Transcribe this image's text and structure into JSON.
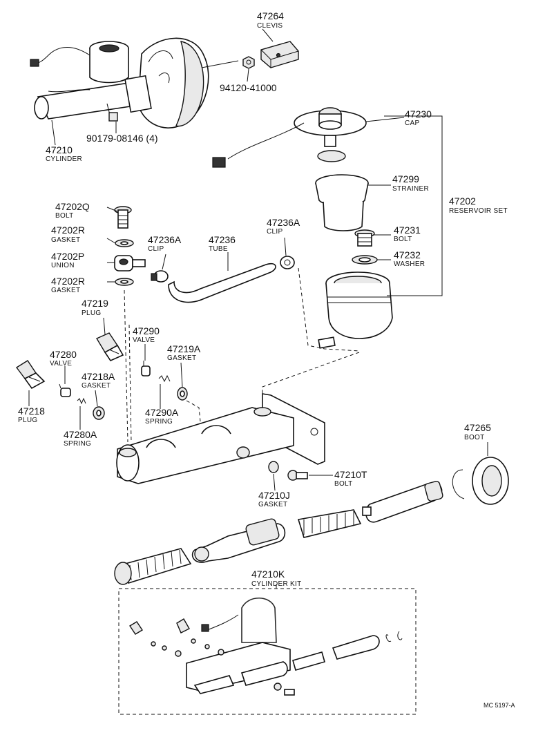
{
  "callouts": [
    {
      "id": "c47264",
      "number": "47264",
      "name": "CLEVIS"
    },
    {
      "id": "c9412041000",
      "number": "94120-41000",
      "name": ""
    },
    {
      "id": "c47230",
      "number": "47230",
      "name": "CAP"
    },
    {
      "id": "c47210",
      "number": "47210",
      "name": "CYLINDER"
    },
    {
      "id": "c9017908146",
      "number": "90179-08146 (4)",
      "name": ""
    },
    {
      "id": "c47299",
      "number": "47299",
      "name": "STRAINER"
    },
    {
      "id": "c47202",
      "number": "47202",
      "name": "RESERVOIR SET"
    },
    {
      "id": "c47202Q",
      "number": "47202Q",
      "name": "BOLT"
    },
    {
      "id": "c47202R_top",
      "number": "47202R",
      "name": "GASKET"
    },
    {
      "id": "c47236A_left",
      "number": "47236A",
      "name": "CLIP"
    },
    {
      "id": "c47236",
      "number": "47236",
      "name": "TUBE"
    },
    {
      "id": "c47236A_right",
      "number": "47236A",
      "name": "CLIP"
    },
    {
      "id": "c47231",
      "number": "47231",
      "name": "BOLT"
    },
    {
      "id": "c47202P",
      "number": "47202P",
      "name": "UNION"
    },
    {
      "id": "c47232",
      "number": "47232",
      "name": "WASHER"
    },
    {
      "id": "c47202R_bottom",
      "number": "47202R",
      "name": "GASKET"
    },
    {
      "id": "c47219",
      "number": "47219",
      "name": "PLUG"
    },
    {
      "id": "c47290",
      "number": "47290",
      "name": "VALVE"
    },
    {
      "id": "c47219A",
      "number": "47219A",
      "name": "GASKET"
    },
    {
      "id": "c47280",
      "number": "47280",
      "name": "VALVE"
    },
    {
      "id": "c47218A",
      "number": "47218A",
      "name": "GASKET"
    },
    {
      "id": "c47218",
      "number": "47218",
      "name": "PLUG"
    },
    {
      "id": "c47290A",
      "number": "47290A",
      "name": "SPRING"
    },
    {
      "id": "c47280A",
      "number": "47280A",
      "name": "SPRING"
    },
    {
      "id": "c47265",
      "number": "47265",
      "name": "BOOT"
    },
    {
      "id": "c47210T",
      "number": "47210T",
      "name": "BOLT"
    },
    {
      "id": "c47210J",
      "number": "47210J",
      "name": "GASKET"
    },
    {
      "id": "c47210K",
      "number": "47210K",
      "name": "CYLINDER KIT"
    }
  ],
  "drawing_ref": "MC 5197-A"
}
